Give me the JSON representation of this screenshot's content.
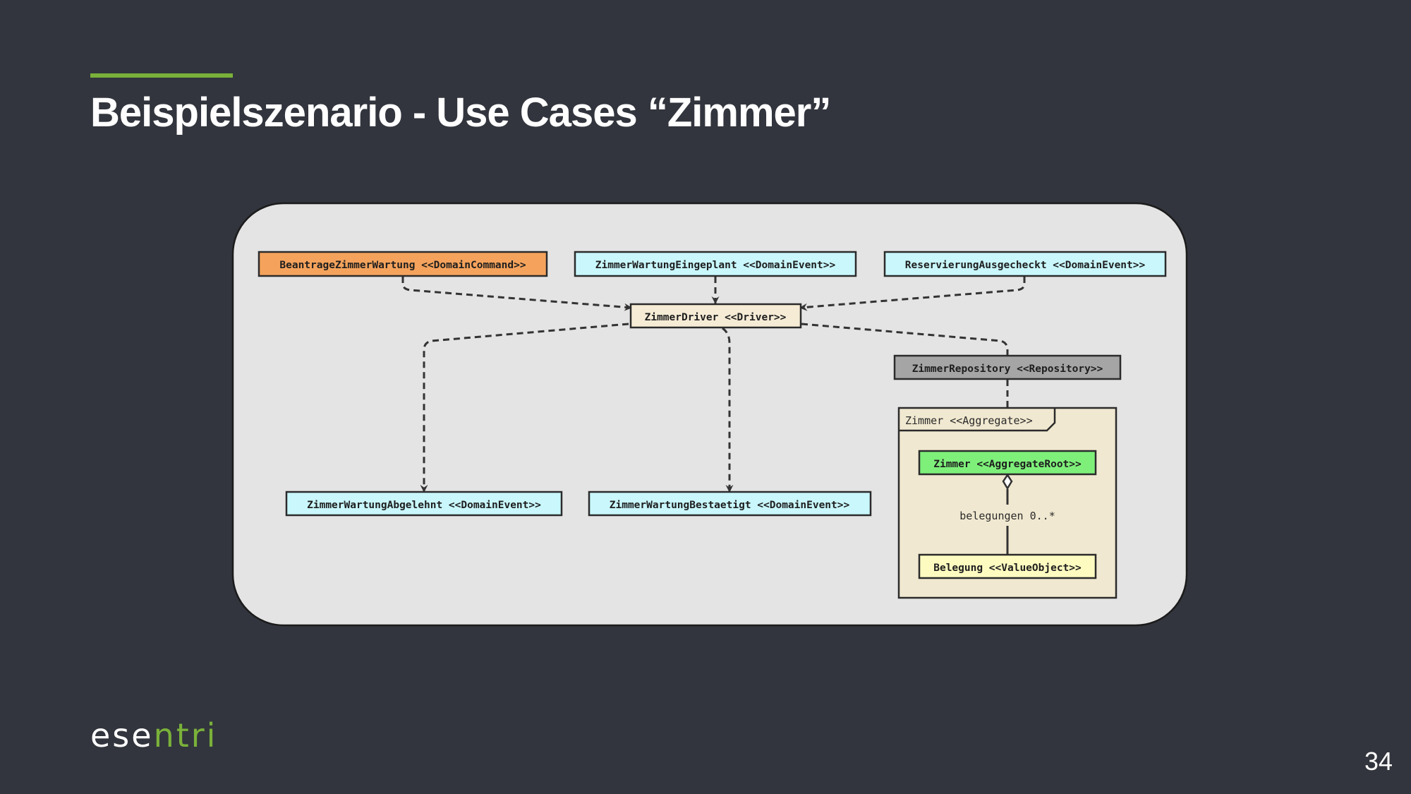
{
  "title": "Beispielszenario - Use Cases “Zimmer”",
  "colors": {
    "background": "#32353d",
    "accent": "#7ab13a",
    "title": "#ffffff",
    "panel": "#e4e4e4",
    "command": "#f5a35c",
    "event": "#c9f7fc",
    "driver": "#f6ecd6",
    "repository": "#a5a5a5",
    "aggregate": "#f0e8d0",
    "aggregate_root": "#7ef07a",
    "value_object": "#fdfbc0",
    "edge": "#333333"
  },
  "diagram": {
    "nodes": {
      "command": "BeantrageZimmerWartung <<DomainCommand>>",
      "event_eingeplant": "ZimmerWartungEingeplant <<DomainEvent>>",
      "event_ausgecheckt": "ReservierungAusgecheckt <<DomainEvent>>",
      "driver": "ZimmerDriver <<Driver>>",
      "repository": "ZimmerRepository <<Repository>>",
      "aggregate": "Zimmer <<Aggregate>>",
      "aggregate_root": "Zimmer <<AggregateRoot>>",
      "value_object": "Belegung <<ValueObject>>",
      "event_abgelehnt": "ZimmerWartungAbgelehnt <<DomainEvent>>",
      "event_bestaetigt": "ZimmerWartungBestaetigt <<DomainEvent>>"
    },
    "association_label": "belegungen 0..*"
  },
  "footer": {
    "logo_part1": "ese",
    "logo_part2": "ntri",
    "page_number": "34"
  }
}
